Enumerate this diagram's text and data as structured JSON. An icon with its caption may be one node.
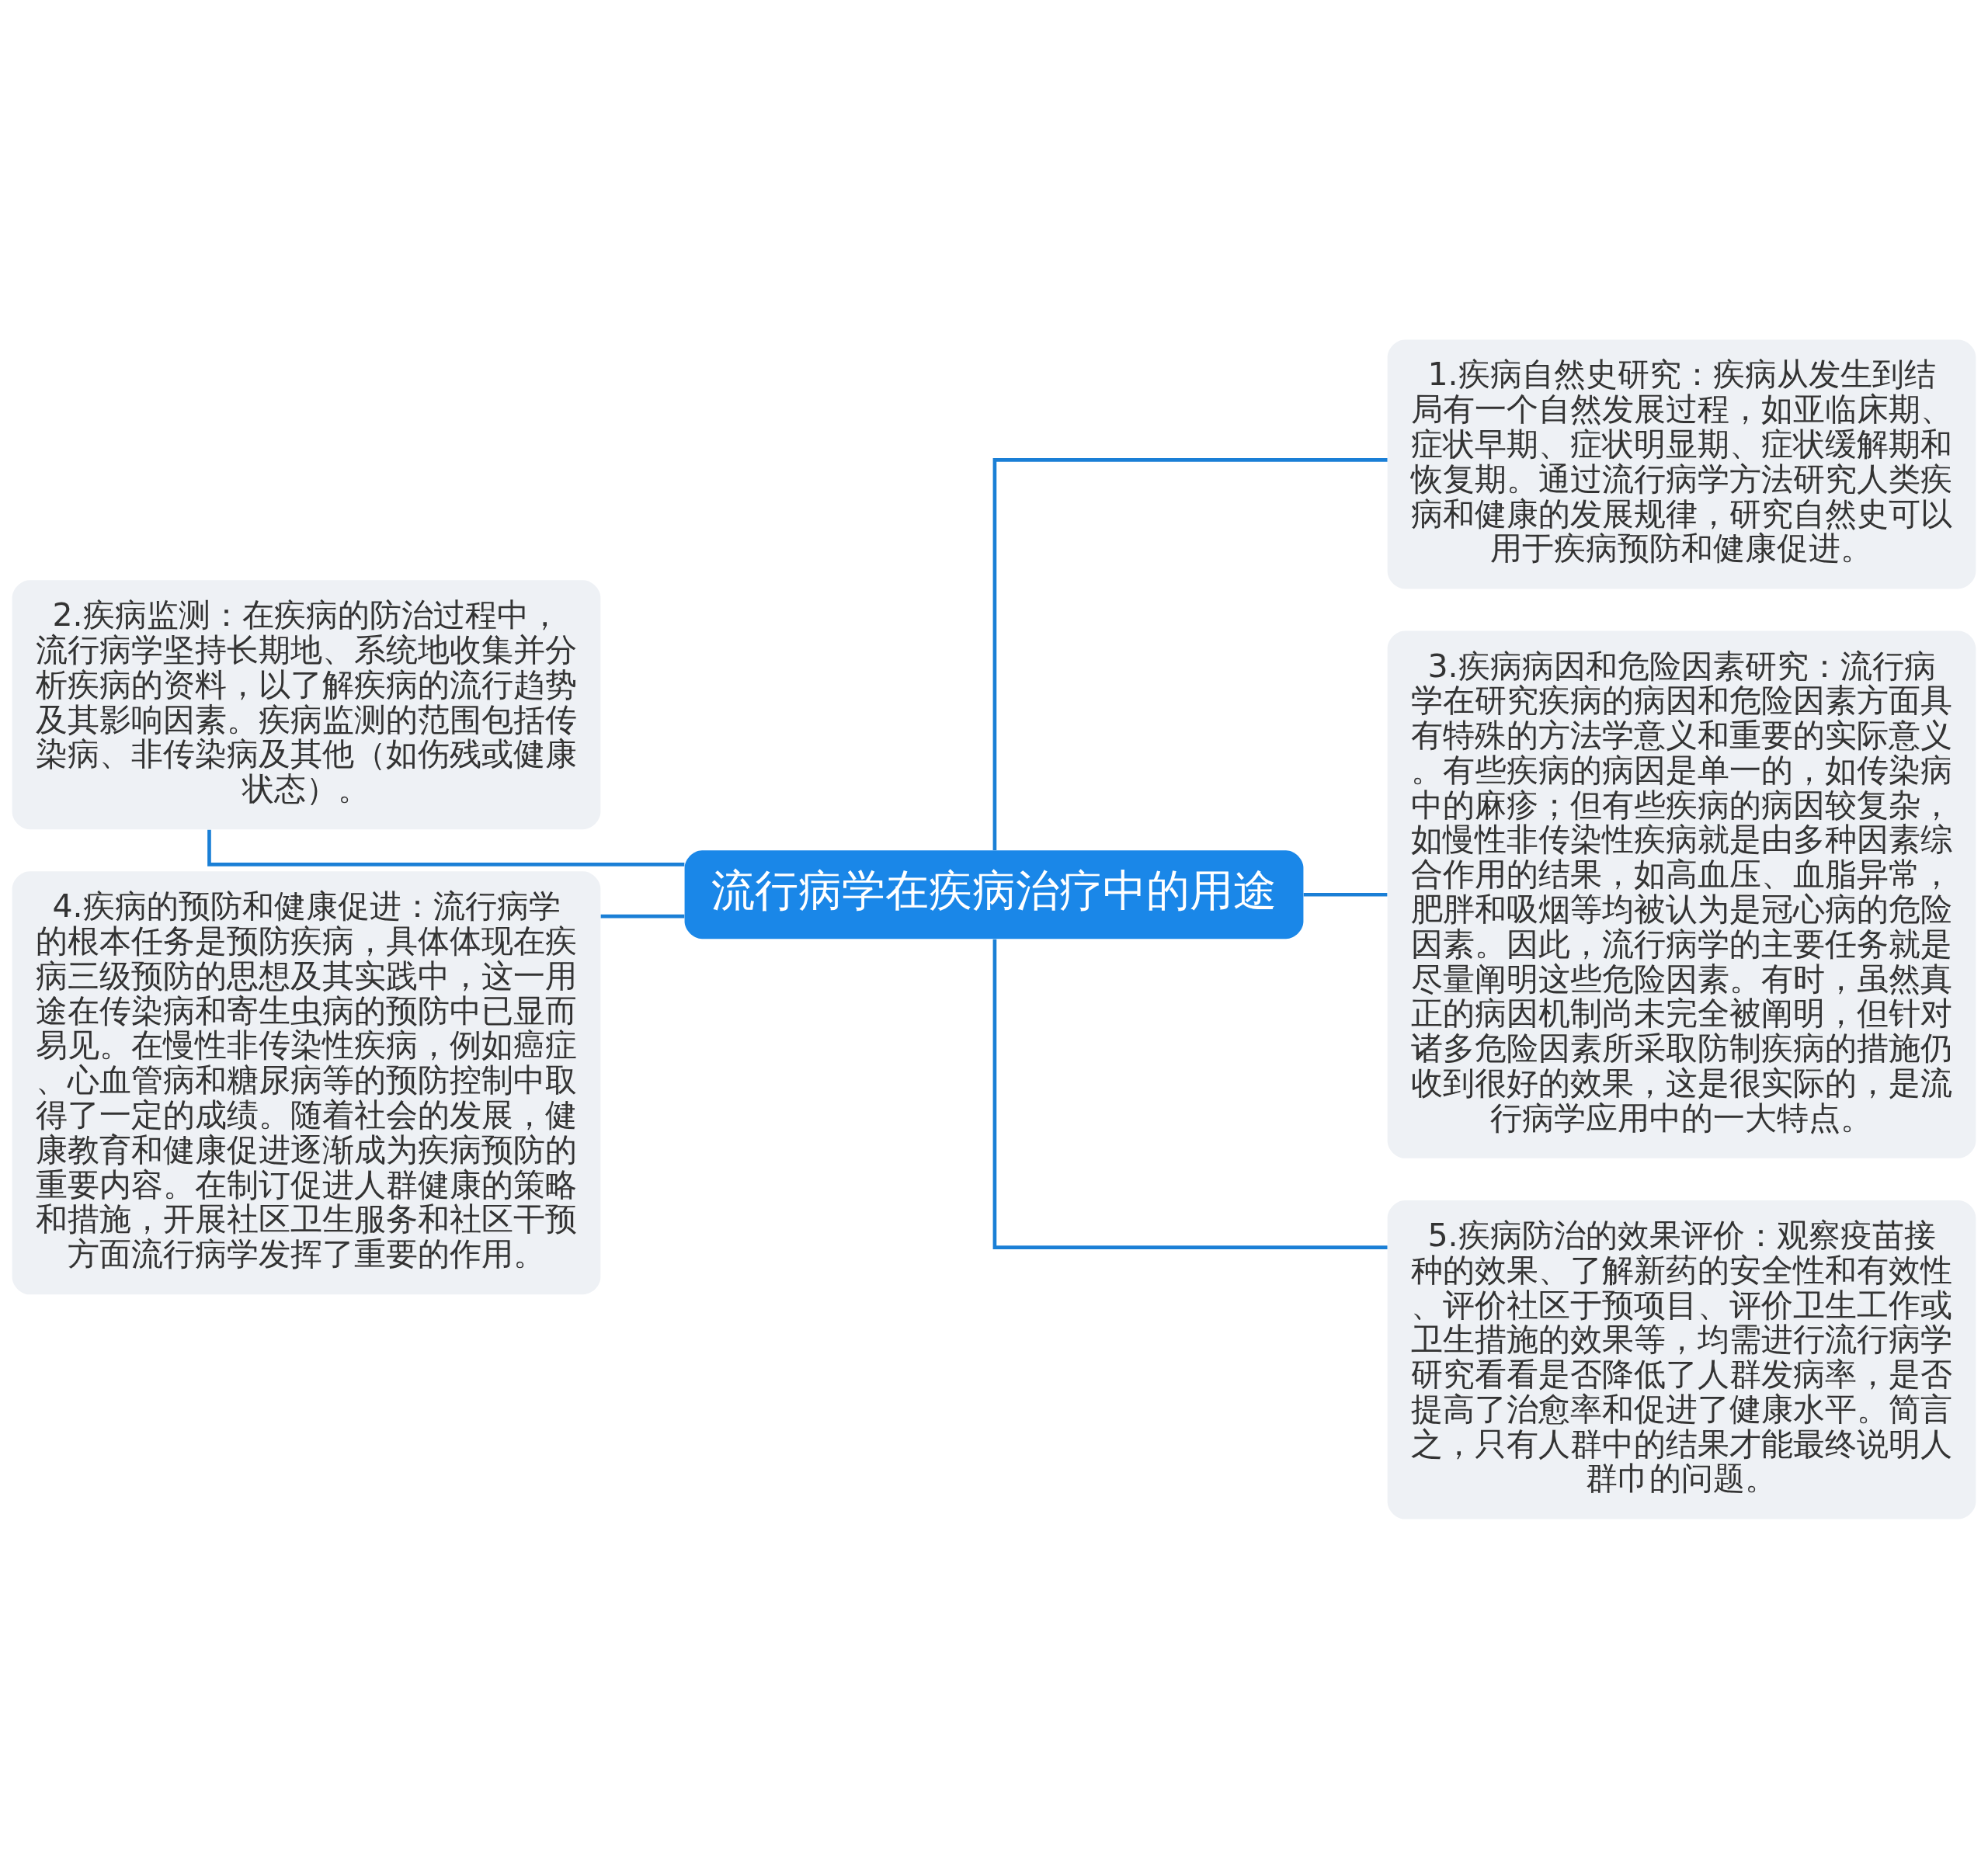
{
  "diagram": {
    "nodes": [
      {
        "text": [
          "流行病学在疾病治疗中的用途"
        ]
      },
      {
        "text": [
          "1.疾病自然史研究：疾病从发生到结局有一个自然发展过程，如亚临床期、症状早期、症状明显期、症状缓解期和恢复期。通过流行病学方法研究人类疾病和健康的发展规律，研究自然史可以用于疾病预防和健康促进。"
        ]
      },
      {
        "text": [
          "2.疾病监测：在疾病的防治过程中，流行病学坚持长期地、系统地收集并分析疾病的资料，以了解疾病的流行趋势及其影响因素。疾病监测的范围包括传染病、非传染病及其他（如伤残或健康状态）。"
        ]
      },
      {
        "text": [
          "3.疾病病因和危险因素研究：流行病学在研究疾病的病因和危险因素方面具有特殊的方法学意义和重要的实际意义。有些疾病的病因是单一的，如传染病中的麻疹；但有些疾病的病因较复杂，如慢性非传染性疾病就是由多种因素综合作用的结果，如高血压、血脂异常，肥胖和吸烟等均被认为是冠心病的危险因素。因此，流行病学的主要任务就是尽量阐明这些危险因素。有时，虽然真正的病因机制尚未完全被阐明，但针对诸多危险因素所采取防制疾病的措施仍收到很好的效果，这是很实际的，是流行病学应用中的一大特点。"
        ]
      },
      {
        "text": [
          "4.疾病的预防和健康促进：流行病学的根本任务是预防疾病，具体体现在疾病三级预防的思想及其实践中，这一用途在传染病和寄生虫病的预防中已显而易见。在慢性非传染性疾病，例如癌症、心血管病和糖尿病等的预防控制中取得了一定的成绩。随着社会的发展，健康教育和健康促进逐渐成为疾病预防的重要内容。在制订促进人群健康的策略和措施，开展社区卫生服务和社区干预方面流行病学发挥了重要的作用。"
        ]
      },
      {
        "text": [
          "5.疾病防治的效果评价：观察疫苗接种的效果、了解新药的安全性和有效性、评价社区于预项目、评价卫生工作或卫生措施的效果等，均需进行流行病学研究看看是否降低了人群发病率，是否提高了治愈率和促进了健康水平。简言之，只有人群中的结果才能最终说明人群巾的问题。"
        ]
      }
    ],
    "edges": [
      {
        "from": 0,
        "to": 1,
        "arrow": "none"
      },
      {
        "from": 0,
        "to": 2,
        "arrow": "none"
      },
      {
        "from": 0,
        "to": 3,
        "arrow": "none"
      },
      {
        "from": 0,
        "to": 4,
        "arrow": "none"
      },
      {
        "from": 0,
        "to": 5,
        "arrow": "none"
      }
    ]
  }
}
